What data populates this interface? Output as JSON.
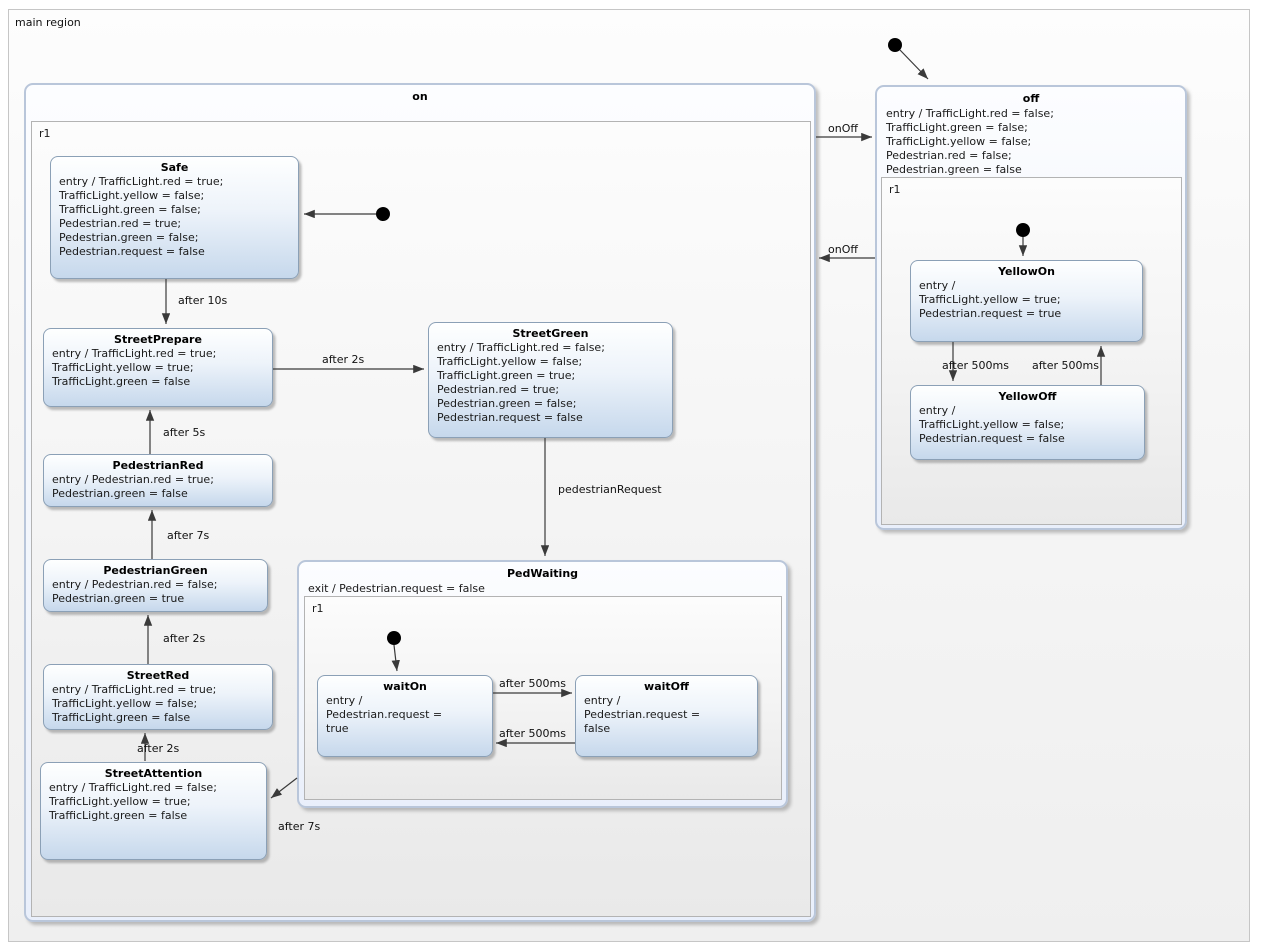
{
  "diagram": {
    "main_region_label": "main region",
    "colors": {
      "state_border": "#8ba0b6",
      "state_fill_bottom": "#c6d8ec",
      "composite_border": "#b9c6da",
      "region_border": "#b3b3b3",
      "transition_line": "#3a3a3a",
      "initial_dot": "#000000"
    }
  },
  "states": {
    "on": {
      "title": "on",
      "region_label": "r1"
    },
    "off": {
      "title": "off",
      "entry": "entry / TrafficLight.red = false;\nTrafficLight.green = false;\nTrafficLight.yellow = false;\nPedestrian.red = false;\nPedestrian.green = false",
      "region_label": "r1"
    },
    "safe": {
      "title": "Safe",
      "body": "entry / TrafficLight.red = true;\nTrafficLight.yellow = false;\nTrafficLight.green = false;\nPedestrian.red = true;\nPedestrian.green = false;\nPedestrian.request = false"
    },
    "street_prepare": {
      "title": "StreetPrepare",
      "body": "entry / TrafficLight.red = true;\nTrafficLight.yellow = true;\nTrafficLight.green = false"
    },
    "street_green": {
      "title": "StreetGreen",
      "body": "entry / TrafficLight.red = false;\nTrafficLight.yellow = false;\nTrafficLight.green = true;\nPedestrian.red = true;\nPedestrian.green = false;\nPedestrian.request = false"
    },
    "pedestrian_red": {
      "title": "PedestrianRed",
      "body": "entry / Pedestrian.red = true;\nPedestrian.green = false"
    },
    "pedestrian_green": {
      "title": "PedestrianGreen",
      "body": "entry / Pedestrian.red = false;\nPedestrian.green = true"
    },
    "street_red": {
      "title": "StreetRed",
      "body": "entry / TrafficLight.red = true;\nTrafficLight.yellow = false;\nTrafficLight.green = false"
    },
    "street_attention": {
      "title": "StreetAttention",
      "body": "entry / TrafficLight.red = false;\nTrafficLight.yellow = true;\nTrafficLight.green = false"
    },
    "ped_waiting": {
      "title": "PedWaiting",
      "exit": "exit / Pedestrian.request = false",
      "region_label": "r1"
    },
    "wait_on": {
      "title": "waitOn",
      "body": "entry /\nPedestrian.request =\ntrue"
    },
    "wait_off": {
      "title": "waitOff",
      "body": "entry /\nPedestrian.request =\nfalse"
    },
    "yellow_on": {
      "title": "YellowOn",
      "body": "entry /\nTrafficLight.yellow = true;\nPedestrian.request = true"
    },
    "yellow_off": {
      "title": "YellowOff",
      "body": "entry /\nTrafficLight.yellow = false;\nPedestrian.request = false"
    }
  },
  "transitions": {
    "safe_to_street_prepare": {
      "label": "after 10s"
    },
    "street_prepare_to_street_green": {
      "label": "after 2s"
    },
    "pedestrian_red_to_street_prepare": {
      "label": "after 5s"
    },
    "pedestrian_green_to_pedestrian_red": {
      "label": "after 7s"
    },
    "street_red_to_pedestrian_green": {
      "label": "after 2s"
    },
    "street_attention_to_street_red": {
      "label": "after 2s"
    },
    "ped_waiting_to_street_attention": {
      "label": "after 7s"
    },
    "street_green_to_ped_waiting": {
      "label": "pedestrianRequest"
    },
    "wait_on_to_wait_off": {
      "label": "after 500ms"
    },
    "wait_off_to_wait_on": {
      "label": "after 500ms"
    },
    "on_to_off": {
      "label": "onOff"
    },
    "off_to_on": {
      "label": "onOff"
    },
    "yellow_on_to_yellow_off": {
      "label": "after 500ms"
    },
    "yellow_off_to_yellow_on": {
      "label": "after 500ms"
    }
  }
}
